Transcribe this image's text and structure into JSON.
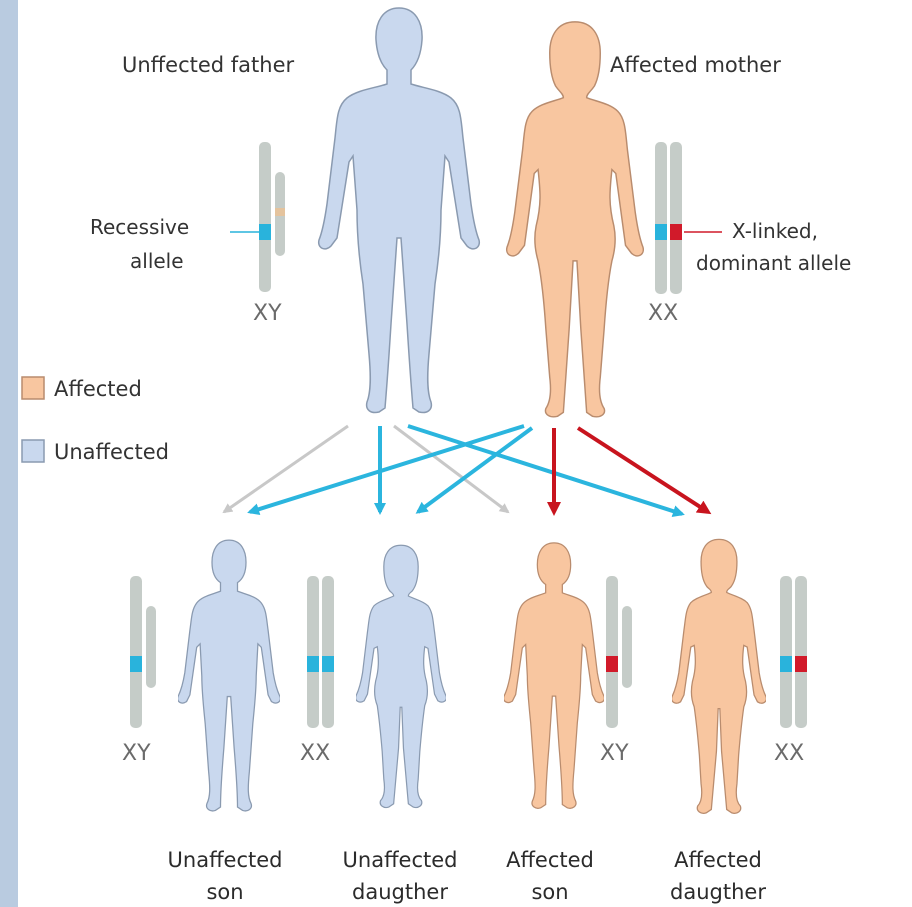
{
  "colors": {
    "unaffected_fill": "#c9d8ee",
    "unaffected_stroke": "#8a9ab0",
    "affected_fill": "#f8c6a0",
    "affected_stroke": "#b98c6e",
    "chromosome": "#c5ccc8",
    "recessive_allele": "#29b3dc",
    "dominant_allele": "#d11a2a",
    "arrow_grey": "#c8c8c8",
    "arrow_blue": "#2bb5de",
    "arrow_red": "#c8141e",
    "background": "#ffffff",
    "frame": "#b9cbe0"
  },
  "parents": {
    "father_label": "Unffected father",
    "mother_label": "Affected mother",
    "father_genotype": "XY",
    "mother_genotype": "XX"
  },
  "annotations": {
    "recessive_line1": "Recessive",
    "recessive_line2": "allele",
    "dominant_line1": "X-linked,",
    "dominant_line2": "dominant allele"
  },
  "legend": {
    "affected": "Affected",
    "unaffected": "Unaffected"
  },
  "children": [
    {
      "line1": "Unaffected",
      "line2": "son",
      "genotype": "XY"
    },
    {
      "line1": "Unaffected",
      "line2": "daugther",
      "genotype": "XX"
    },
    {
      "line1": "Affected",
      "line2": "son",
      "genotype": "XY"
    },
    {
      "line1": "Affected",
      "line2": "daugther",
      "genotype": "XX"
    }
  ]
}
